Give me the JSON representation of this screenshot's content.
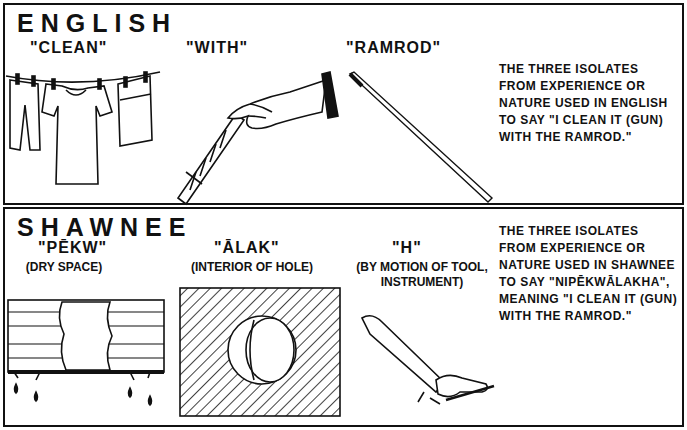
{
  "diagram": {
    "nodes": [
      {
        "text": [
          "ENGLISH",
          "THE THREE ISOLATES FROM EXPERIENCE OR NATURE USED IN ENGLISH TO SAY \"I CLEAN IT (GUN) WITH THE RAMROD.\""
        ]
      },
      {
        "text": [
          "SHAWNEE",
          "THE THREE ISOLATES FROM EXPERIENCE OR NATURE USED IN SHAWNEE TO SAY \"NIPĒKWĀLAKHA\", MEANING \"I CLEAN IT (GUN) WITH THE RAMROD.\""
        ]
      }
    ],
    "labels": [
      "\"CLEAN\"",
      "\"WITH\"",
      "\"RAMROD\"",
      "\"PĒKW\"",
      "(DRY SPACE)",
      "\"ĀLAK\"",
      "(INTERIOR OF HOLE)",
      "\"H\"",
      "(BY MOTION OF TOOL, INSTRUMENT)"
    ]
  }
}
